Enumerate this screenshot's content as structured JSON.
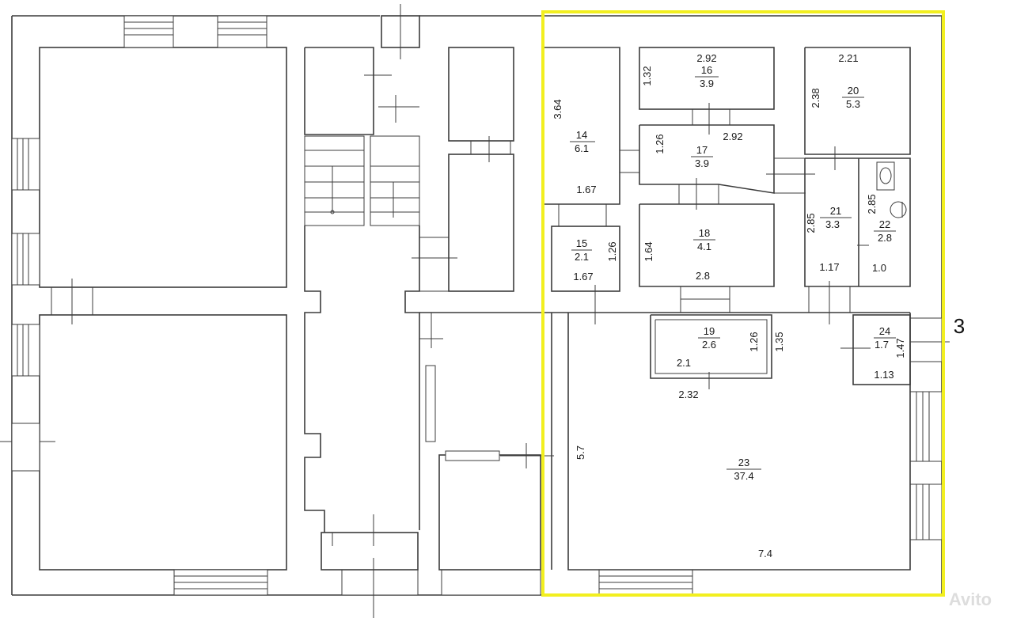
{
  "section_label": "3",
  "watermark": "Avito",
  "colors": {
    "highlight": "#f2ef1f",
    "walls": "#3c3c3c",
    "background": "#ffffff"
  },
  "rooms": [
    {
      "number": "14",
      "area": "6.1",
      "dims": [
        "3.64",
        "1.67"
      ]
    },
    {
      "number": "15",
      "area": "2.1",
      "dims": [
        "1.26",
        "1.67"
      ]
    },
    {
      "number": "16",
      "area": "3.9",
      "dims": [
        "2.92",
        "1.32"
      ]
    },
    {
      "number": "17",
      "area": "3.9",
      "dims": [
        "2.92",
        "1.26"
      ]
    },
    {
      "number": "18",
      "area": "4.1",
      "dims": [
        "1.64",
        "2.8"
      ]
    },
    {
      "number": "19",
      "area": "2.6",
      "dims": [
        "1.26",
        "2.1",
        "2.32"
      ]
    },
    {
      "number": "20",
      "area": "5.3",
      "dims": [
        "2.21",
        "2.38"
      ]
    },
    {
      "number": "21",
      "area": "3.3",
      "dims": [
        "2.85",
        "1.17"
      ]
    },
    {
      "number": "22",
      "area": "2.8",
      "dims": [
        "2.85",
        "1.0"
      ]
    },
    {
      "number": "23",
      "area": "37.4",
      "dims": [
        "5.7",
        "7.4",
        "1.35"
      ]
    },
    {
      "number": "24",
      "area": "1.7",
      "dims": [
        "1.47",
        "1.13"
      ]
    }
  ]
}
